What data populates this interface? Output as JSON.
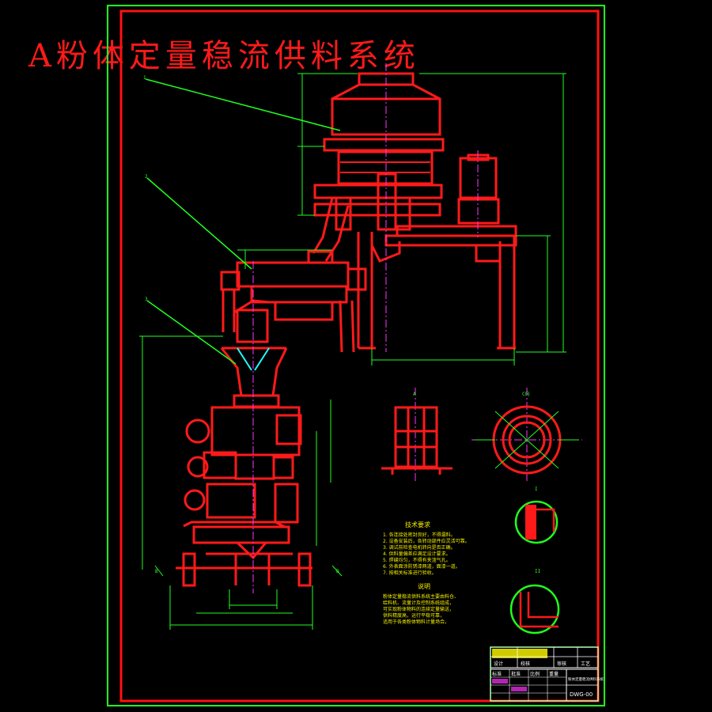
{
  "title": "A粉体定量稳流供料系统",
  "part_labels": [
    "1",
    "2",
    "3"
  ],
  "section_labels": {
    "view_a": "A",
    "view_b": "B",
    "view_c": "C向",
    "detail_1": "I",
    "detail_2": "II"
  },
  "notes": {
    "tech_title": "技术要求",
    "tech_lines": [
      "1. 各连接处密封良好，不得漏料。",
      "2. 设备安装后，各转动部件应灵活可靠。",
      "3. 调试前检查电机转向是否正确。",
      "4. 供料量偏差应满足设计要求。",
      "5. 焊缝均匀，不得有夹渣气孔。",
      "6. 外表面涂防锈漆两道，面漆一道。",
      "7. 按相关标准进行验收。"
    ],
    "desc_title": "说明",
    "desc_lines": [
      "粉体定量稳流供料系统主要由料仓、",
      "给料机、流量计及控制系统组成，",
      "可实现粉体物料的连续定量输送，",
      "供料精度高，运行平稳可靠，",
      "适用于各类粉体物料计量场合。"
    ]
  },
  "title_block": {
    "drawing_name": "粉体定量稳流供料系统",
    "drawing_no": "DWG-00",
    "cells": [
      "设计",
      "校核",
      "审核",
      "工艺",
      "标准",
      "批准",
      "比例",
      "重量"
    ]
  },
  "colors": {
    "frame_green": "#22ff22",
    "frame_red": "#ff1010",
    "part_red": "#ff1a1a",
    "dim_green": "#1fff1f",
    "center_magenta": "#ff33ff",
    "cyan": "#22ffff",
    "note_yellow": "#f5f000",
    "background": "#000000"
  }
}
